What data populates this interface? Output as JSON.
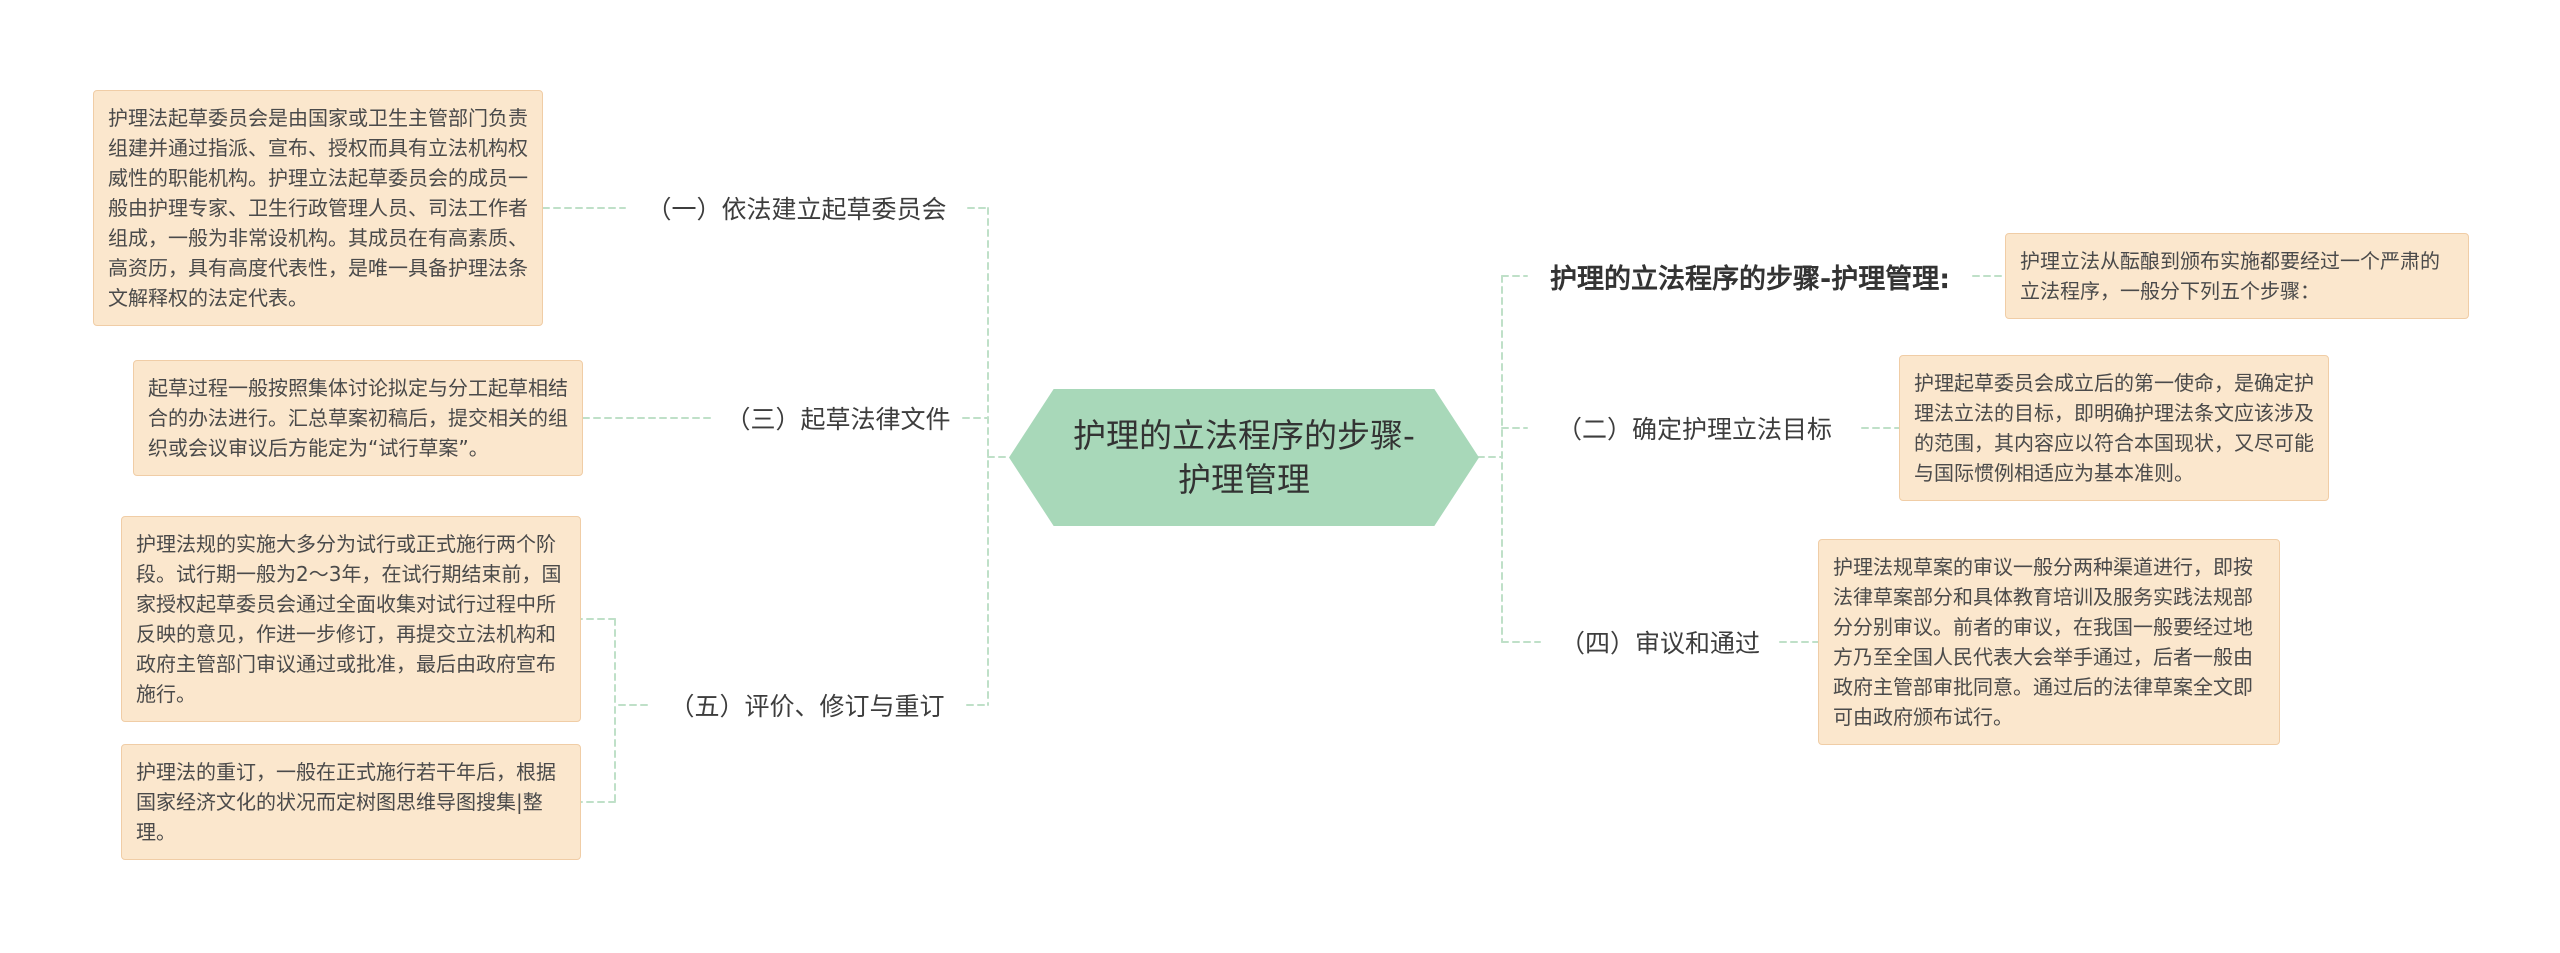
{
  "root": {
    "title": "护理的立法程序的步骤-护理管理"
  },
  "colors": {
    "root_fill": "#a8d8b9",
    "leaf_bg": "#fbe7cd",
    "leaf_border": "#f0cda6",
    "connector": "#bfe0c8"
  },
  "left_branches": [
    {
      "label": "（一）依法建立起草委员会",
      "notes": [
        "护理法起草委员会是由国家或卫生主管部门负责组建并通过指派、宣布、授权而具有立法机构权威性的职能机构。护理立法起草委员会的成员一般由护理专家、卫生行政管理人员、司法工作者组成，一般为非常设机构。其成员在有高素质、高资历，具有高度代表性，是唯一具备护理法条文解释权的法定代表。"
      ]
    },
    {
      "label": "（三）起草法律文件",
      "notes": [
        "起草过程一般按照集体讨论拟定与分工起草相结合的办法进行。汇总草案初稿后，提交相关的组织或会议审议后方能定为“试行草案”。"
      ]
    },
    {
      "label": "（五）评价、修订与重订",
      "notes": [
        "护理法规的实施大多分为试行或正式施行两个阶段。试行期一般为2～3年，在试行期结束前，国家授权起草委员会通过全面收集对试行过程中所反映的意见，作进一步修订，再提交立法机构和政府主管部门审议通过或批准，最后由政府宣布施行。",
        "护理法的重订，一般在正式施行若干年后，根据国家经济文化的状况而定树图思维导图搜集|整理。"
      ]
    }
  ],
  "right_branches": [
    {
      "label": "护理的立法程序的步骤-护理管理:",
      "notes": [
        "护理立法从酝酿到颁布实施都要经过一个严肃的立法程序，一般分下列五个步骤："
      ]
    },
    {
      "label": "（二）确定护理立法目标",
      "notes": [
        "护理起草委员会成立后的第一使命，是确定护理法立法的目标，即明确护理法条文应该涉及的范围，其内容应以符合本国现状，又尽可能与国际惯例相适应为基本准则。"
      ]
    },
    {
      "label": "（四）审议和通过",
      "notes": [
        "护理法规草案的审议一般分两种渠道进行，即按法律草案部分和具体教育培训及服务实践法规部分分别审议。前者的审议，在我国一般要经过地方乃至全国人民代表大会举手通过，后者一般由政府主管部审批同意。通过后的法律草案全文即可由政府颁布试行。"
      ]
    }
  ]
}
